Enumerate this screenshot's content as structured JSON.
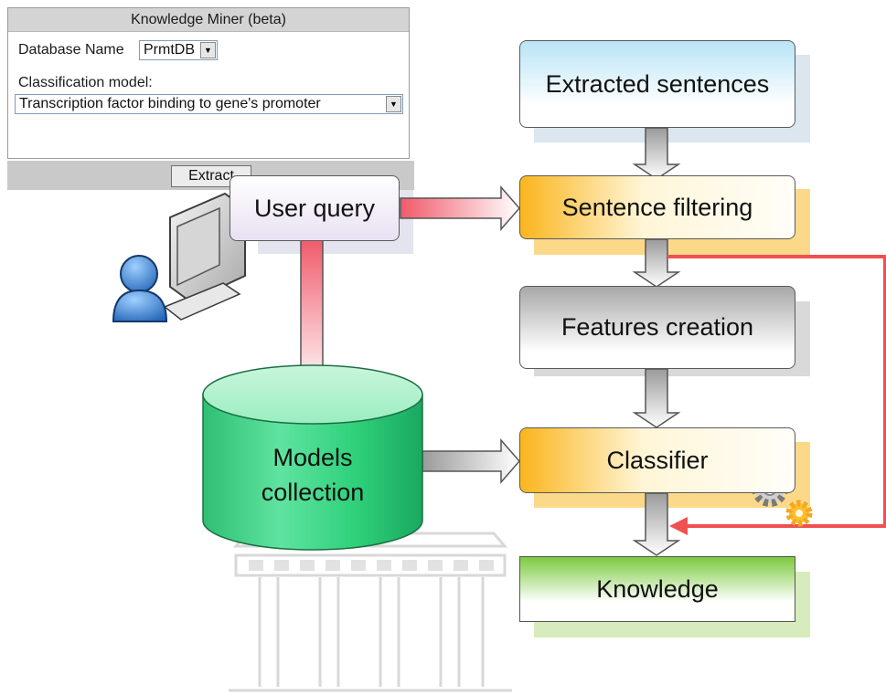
{
  "form": {
    "title": "Knowledge Miner (beta)",
    "database_label": "Database Name",
    "database_value": "PrmtDB",
    "model_label": "Classification model:",
    "model_value": "Transcription factor binding to gene's promoter",
    "extract_button": "Extract"
  },
  "flow": {
    "extracted_sentences": "Extracted sentences",
    "sentence_filtering": "Sentence filtering",
    "features_creation": "Features creation",
    "classifier": "Classifier",
    "knowledge": "Knowledge",
    "user_query": "User query",
    "models_collection_line1": "Models",
    "models_collection_line2": "collection"
  },
  "colors": {
    "feedback_arrow": "#f05050",
    "cylinder": "#33cc77",
    "accent_orange": "#fbb51e",
    "accent_green": "#7cca3e"
  },
  "icons": [
    "user-icon",
    "computer-icon",
    "gears-icon",
    "building-watermark"
  ]
}
